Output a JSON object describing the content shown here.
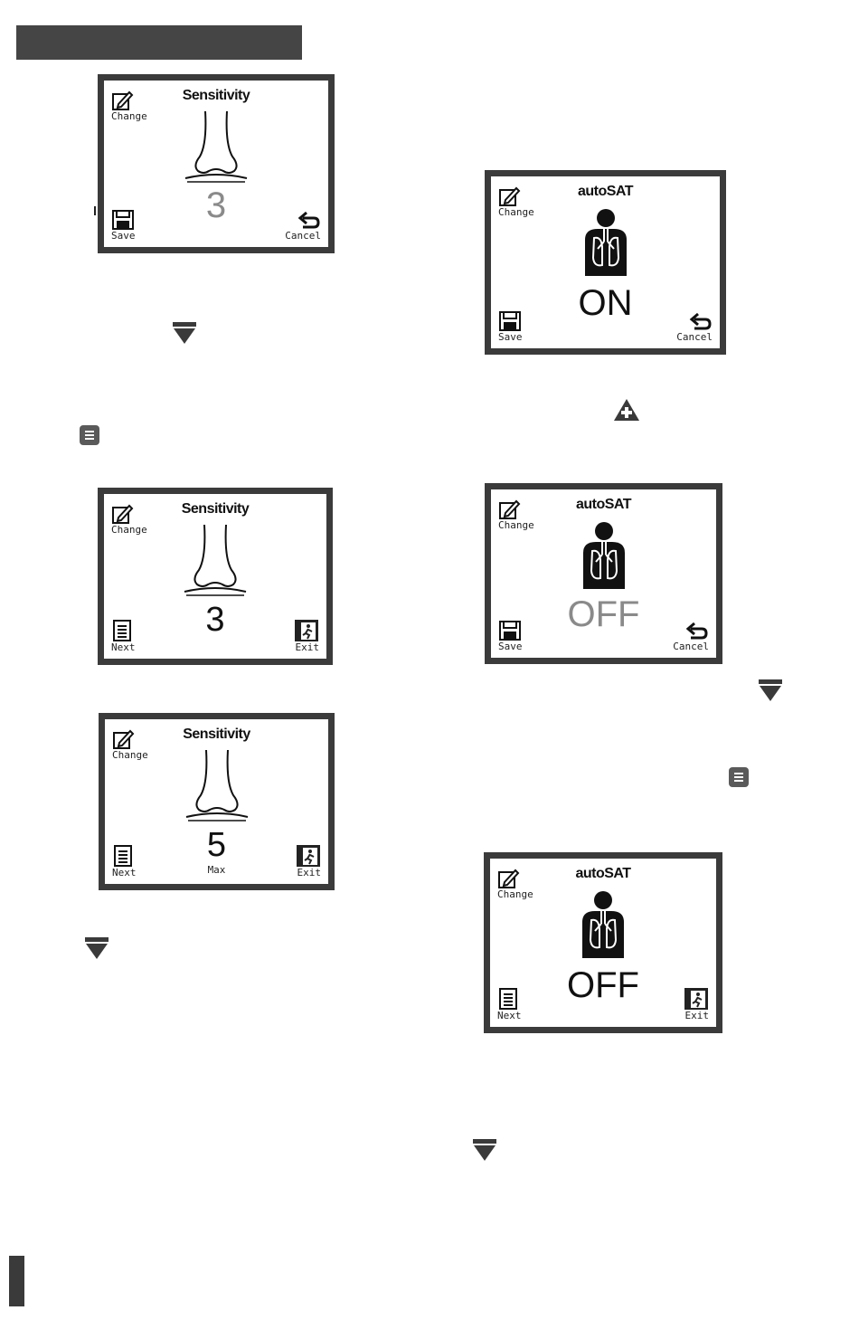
{
  "labels": {
    "change": "Change",
    "save": "Save",
    "cancel": "Cancel",
    "next": "Next",
    "exit": "Exit",
    "max": "Max"
  },
  "screens": [
    {
      "title": "Sensitivity",
      "value": "3",
      "mode": "edit"
    },
    {
      "title": "Sensitivity",
      "value": "3",
      "mode": "view"
    },
    {
      "title": "Sensitivity",
      "value": "5",
      "mode": "view",
      "sub": "Max"
    },
    {
      "title": "autoSAT",
      "value": "ON",
      "mode": "edit"
    },
    {
      "title": "autoSAT",
      "value": "OFF",
      "mode": "edit"
    },
    {
      "title": "autoSAT",
      "value": "OFF",
      "mode": "view"
    }
  ],
  "icons": [
    "pencil-icon",
    "floppy-disk-icon",
    "undo-arrow-icon",
    "document-icon",
    "exit-door-icon",
    "nose-icon",
    "lungs-body-icon",
    "down-arrow-icon",
    "up-arrow-icon",
    "menu-icon"
  ],
  "colors": {
    "frame": "#3b3b3b",
    "header_bar": "#454545",
    "value_gray": "#8a8a8a",
    "value_dark": "#111111"
  }
}
